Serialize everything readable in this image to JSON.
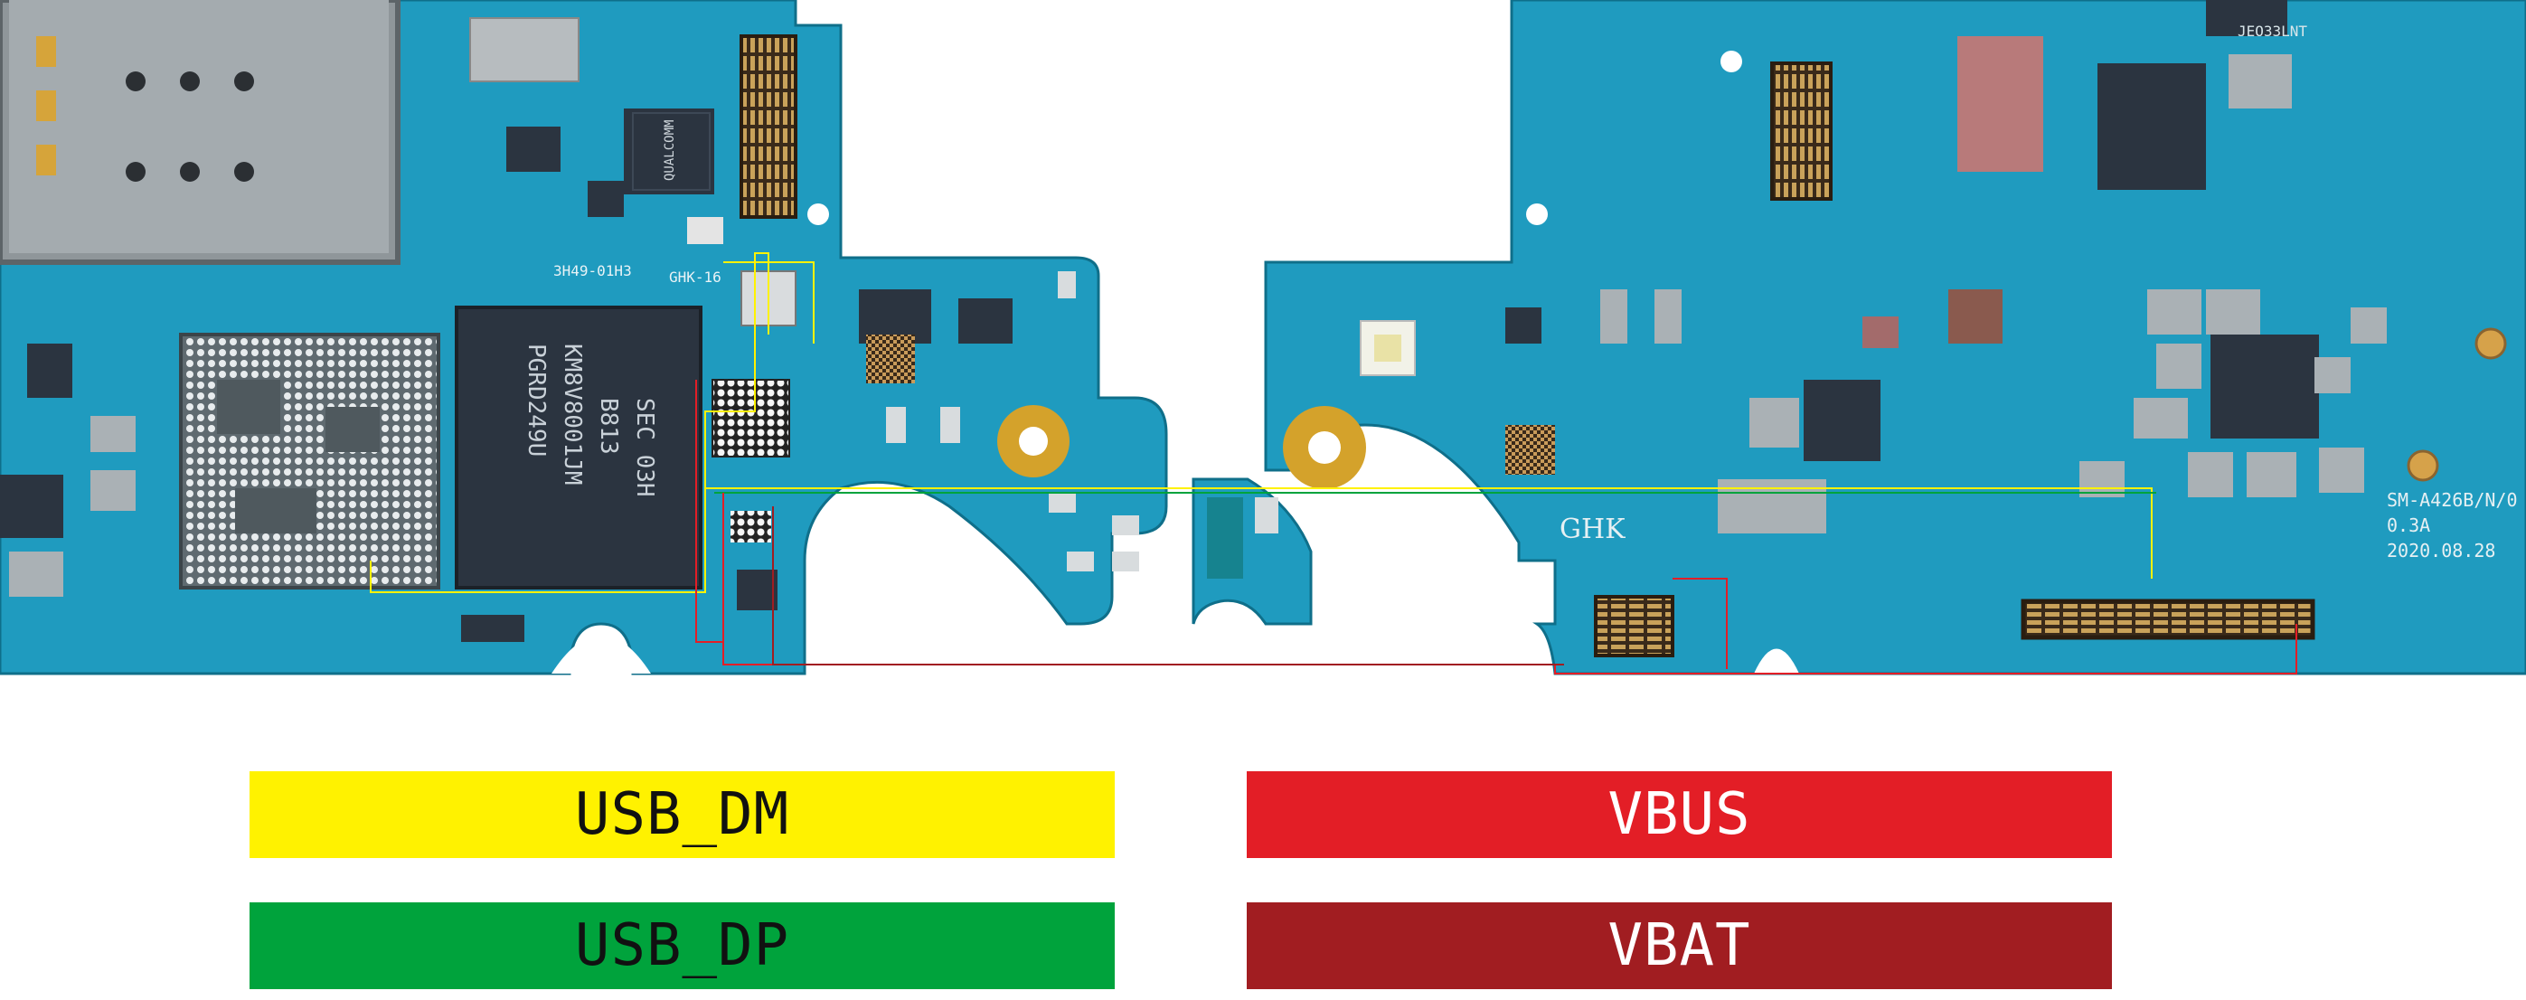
{
  "board": {
    "label_left_1": "SEC 03H",
    "label_left_2": "B813",
    "label_left_3": "KM8V8001JM",
    "label_left_4": "PGRD249U",
    "label_qualcomm": "QUALCOMM",
    "label_model": "SM-A426B/N/0",
    "label_rev": "0.3A",
    "label_date": "2020.08.28",
    "label_ghk": "GHK",
    "label_small_1": "3H49-01H3",
    "label_small_2": "GHK-16",
    "label_small_3": "JEO33LNT"
  },
  "legend": {
    "usb_dm": {
      "label": "USB_DM",
      "color": "#fff200",
      "text_color": "#111111"
    },
    "usb_dp": {
      "label": "USB_DP",
      "color": "#00a33c",
      "text_color": "#111111"
    },
    "vbus": {
      "label": "VBUS",
      "color": "#e31e26",
      "text_color": "#ffffff"
    },
    "vbat": {
      "label": "VBAT",
      "color": "#a11d21",
      "text_color": "#ffffff"
    }
  },
  "colors": {
    "pcb": "#1f9bbf",
    "pcb_dark": "#167f9c",
    "pcb_edge": "#2aa7c9",
    "chip": "#2b3440",
    "shield": "#9aa3a8"
  }
}
